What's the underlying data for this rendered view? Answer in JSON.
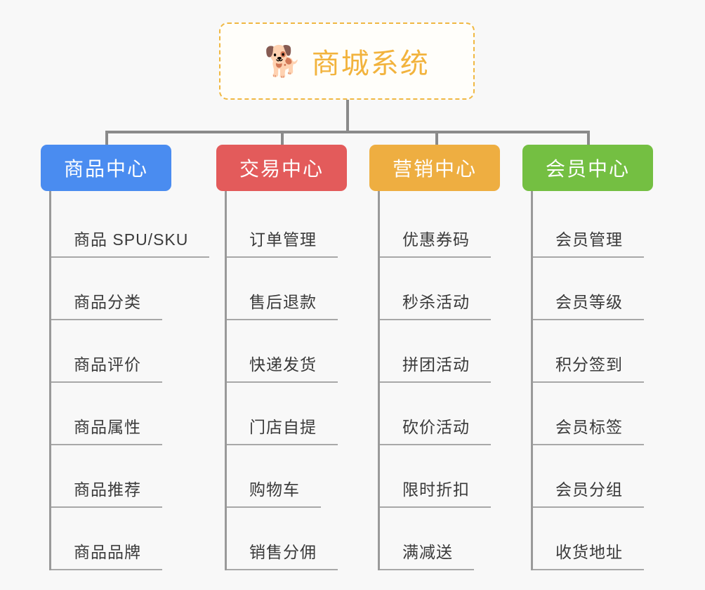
{
  "diagram": {
    "background_color": "#f8f8f8",
    "root": {
      "icon": "shiba-dog-face-icon",
      "emoji": "🐕",
      "title": "商城系统",
      "border_color": "#f0b842",
      "text_color": "#f2b33d"
    },
    "connector_color": "#8a8a8a",
    "categories": [
      {
        "label": "商品中心",
        "color": "#4a8cf0",
        "items": [
          {
            "label": "商品 SPU/SKU"
          },
          {
            "label": "商品分类"
          },
          {
            "label": "商品评价"
          },
          {
            "label": "商品属性"
          },
          {
            "label": "商品推荐"
          },
          {
            "label": "商品品牌"
          }
        ]
      },
      {
        "label": "交易中心",
        "color": "#e35b5b",
        "items": [
          {
            "label": "订单管理"
          },
          {
            "label": "售后退款"
          },
          {
            "label": "快递发货"
          },
          {
            "label": "门店自提"
          },
          {
            "label": "购物车"
          },
          {
            "label": "销售分佣"
          }
        ]
      },
      {
        "label": "营销中心",
        "color": "#eeae41",
        "items": [
          {
            "label": "优惠券码"
          },
          {
            "label": "秒杀活动"
          },
          {
            "label": "拼团活动"
          },
          {
            "label": "砍价活动"
          },
          {
            "label": "限时折扣"
          },
          {
            "label": "满减送"
          }
        ]
      },
      {
        "label": "会员中心",
        "color": "#74bf42",
        "items": [
          {
            "label": "会员管理"
          },
          {
            "label": "会员等级"
          },
          {
            "label": "积分签到"
          },
          {
            "label": "会员标签"
          },
          {
            "label": "会员分组"
          },
          {
            "label": "收货地址"
          }
        ]
      }
    ]
  }
}
